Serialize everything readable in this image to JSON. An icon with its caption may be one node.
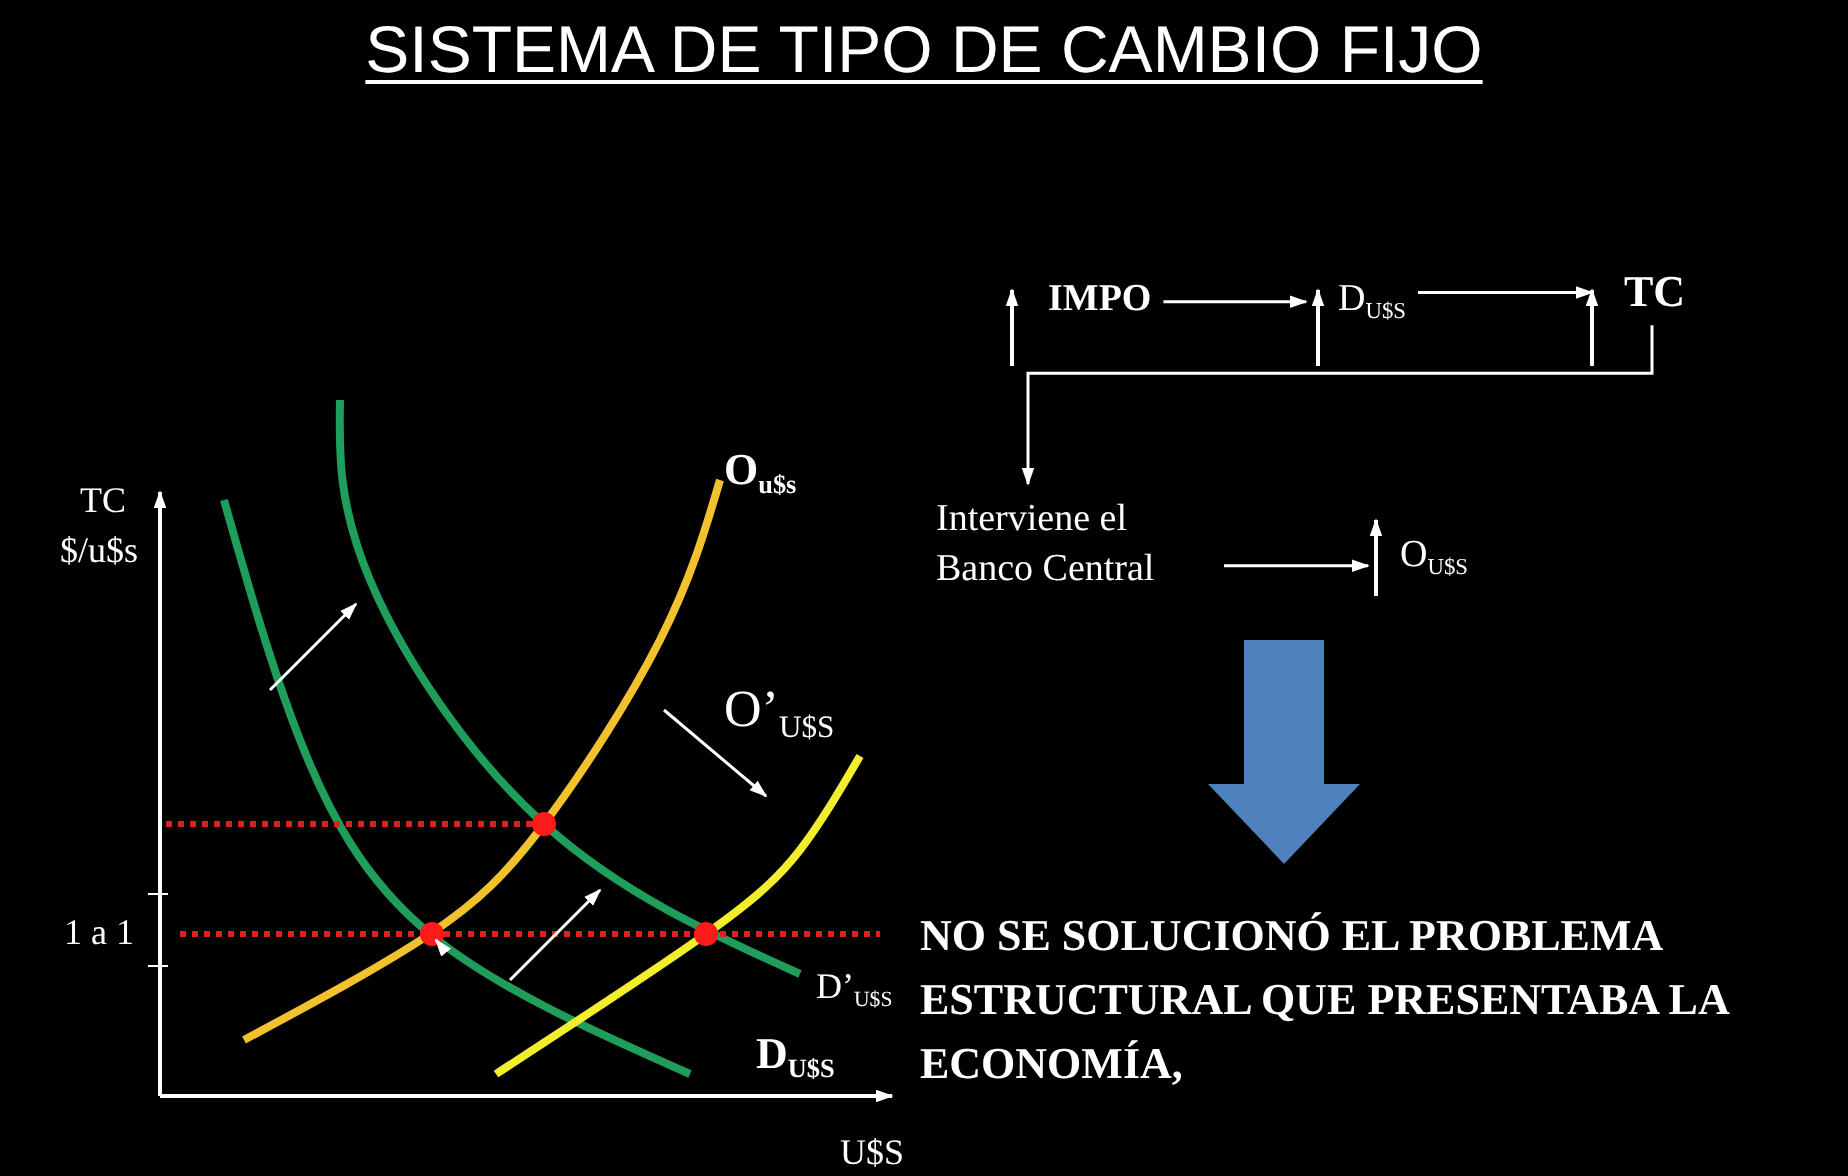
{
  "diagram": {
    "title": "SISTEMA DE TIPO DE CAMBIO FIJO",
    "nodes": [
      {
        "text": [
          "IMPO"
        ]
      },
      {
        "text": [
          "D$_{U$S}$"
        ]
      },
      {
        "text": [
          "TC"
        ]
      },
      {
        "text": [
          "Interviene el Banco Central"
        ]
      },
      {
        "text": [
          "O$_{U$S}$"
        ]
      },
      {
        "text": [
          "NO SE SOLUCIONÓ EL PROBLEMA ESTRUCTURAL QUE PRESENTABA LA ECONOMÍA,"
        ]
      }
    ],
    "edges": [
      {
        "from": 0,
        "to": 1,
        "arrow": "to"
      },
      {
        "from": 1,
        "to": 2,
        "arrow": "to"
      },
      {
        "from": 2,
        "to": 3,
        "arrow": "to"
      },
      {
        "from": 3,
        "to": 4,
        "arrow": "to"
      },
      {
        "from": null,
        "to": 5,
        "arrow": "to",
        "style": "thick",
        "color": "#4f81bd"
      }
    ],
    "labels": [
      "TC",
      "$/u$s",
      "O$_{u$s}$",
      "O’$_{U$S}$",
      "1 a 1",
      "D’$_{U$S}$",
      "D$_{U$S}$",
      "U$S"
    ]
  }
}
